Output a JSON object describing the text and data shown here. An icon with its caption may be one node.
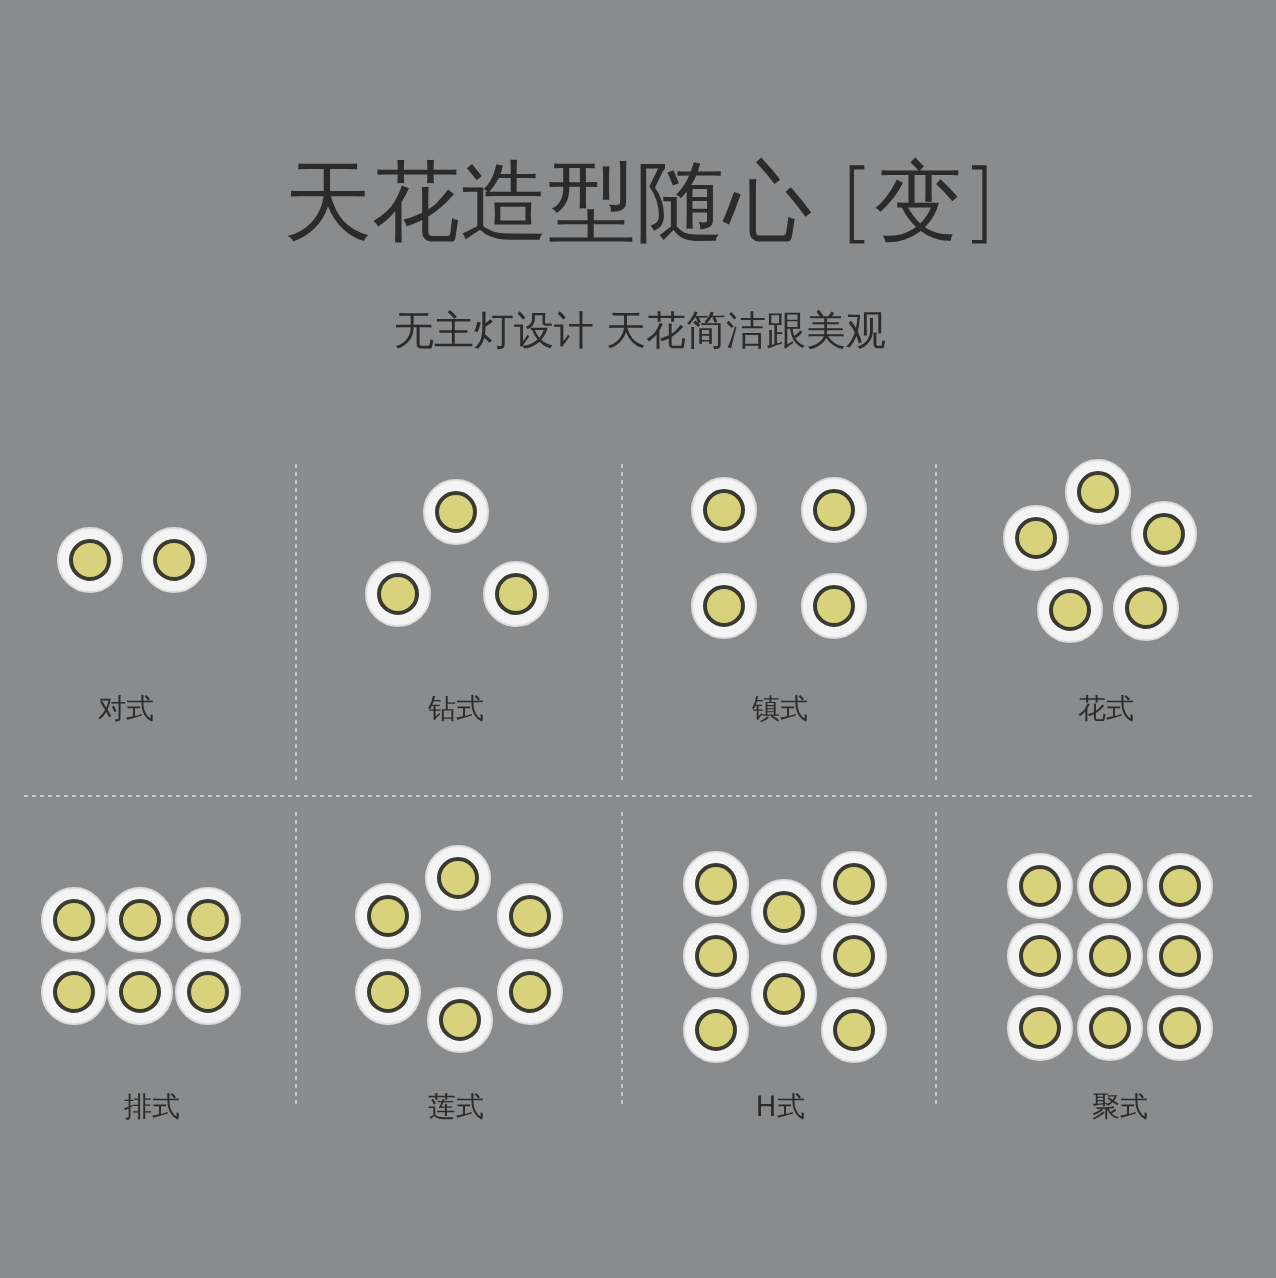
{
  "diagram": {
    "title": "天花造型随心 [变]",
    "labels": [
      "无主灯设计 天花简洁跟美观",
      "对式",
      "钻式",
      "镇式",
      "花式",
      "排式",
      "莲式",
      "H式",
      "聚式"
    ]
  }
}
